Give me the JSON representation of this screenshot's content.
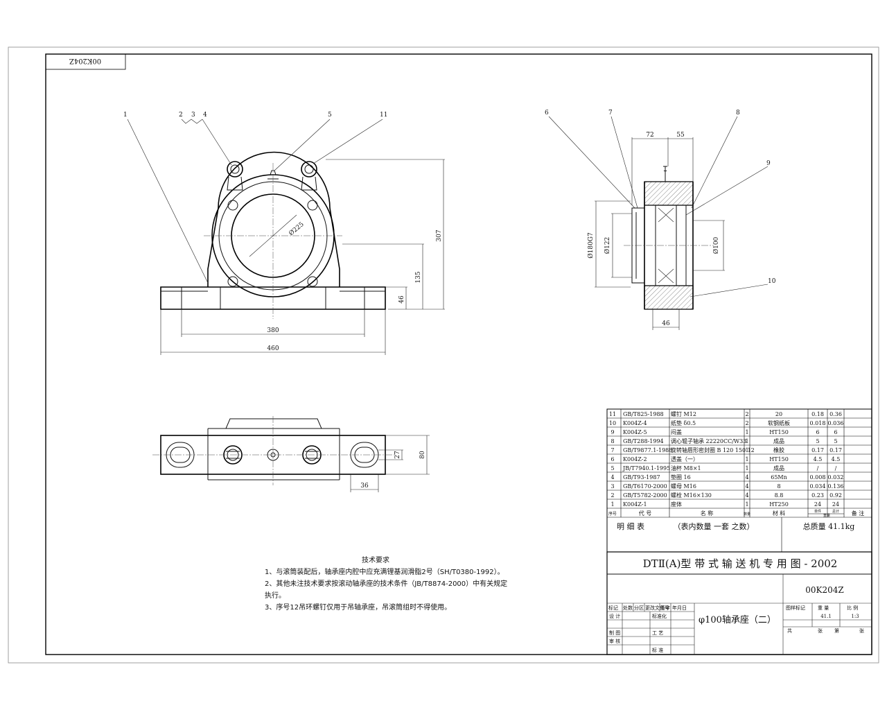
{
  "drawing": {
    "corner_code": "00K204Z",
    "balloons": [
      "1",
      "2",
      "3",
      "4",
      "5",
      "11",
      "6",
      "7",
      "8",
      "9",
      "10"
    ],
    "dims": {
      "front_d225": "Ø225",
      "front_307": "307",
      "front_135": "135",
      "front_46": "46",
      "front_380": "380",
      "front_460": "460",
      "side_72": "72",
      "side_55": "55",
      "side_d180": "Ø180G7",
      "side_d122": "Ø122",
      "side_d100": "Ø100",
      "side_46": "46",
      "top_27": "27",
      "top_80": "80",
      "top_36": "36"
    }
  },
  "technical_requirements": {
    "title": "技术要求",
    "lines": [
      "1、与滚筒装配后，轴承座内腔中应充满锂基润滑脂2号（SH/T0380-1992）。",
      "2、其他未注技术要求按滚动轴承座的技术条件（JB/T8874-2000）中有关规定",
      "执行。",
      "3、序号12吊环螺钉仅用于吊轴承座，吊滚筒组时不得使用。"
    ]
  },
  "bom": {
    "rows": [
      {
        "no": "11",
        "code": "GB/T825-1988",
        "name": "螺钉  M12",
        "qty": "2",
        "material": "20",
        "w1": "0.18",
        "w2": "0.36",
        "note": ""
      },
      {
        "no": "10",
        "code": "K004Z-4",
        "name": "纸垫  δ0.5",
        "qty": "2",
        "material": "软钢纸板",
        "w1": "0.018",
        "w2": "0.036",
        "note": ""
      },
      {
        "no": "9",
        "code": "K004Z-5",
        "name": "闷盖",
        "qty": "1",
        "material": "HT150",
        "w1": "6",
        "w2": "6",
        "note": ""
      },
      {
        "no": "8",
        "code": "GB/T288-1994",
        "name": "调心辊子轴承 22220CC/W33",
        "qty": "1",
        "material": "成品",
        "w1": "5",
        "w2": "5",
        "note": ""
      },
      {
        "no": "7",
        "code": "GB/T9877.1-1988",
        "name": "旋转轴唇形密封圈 B 120 150 12",
        "qty": "1",
        "material": "橡胶",
        "w1": "0.17",
        "w2": "0.17",
        "note": ""
      },
      {
        "no": "6",
        "code": "K004Z-2",
        "name": "透盖（一）",
        "qty": "1",
        "material": "HT150",
        "w1": "4.5",
        "w2": "4.5",
        "note": ""
      },
      {
        "no": "5",
        "code": "JB/T7940.1-1995",
        "name": "油杯 M8×1",
        "qty": "1",
        "material": "成品",
        "w1": "/",
        "w2": "/",
        "note": ""
      },
      {
        "no": "4",
        "code": "GB/T93-1987",
        "name": "垫圈 16",
        "qty": "4",
        "material": "65Mn",
        "w1": "0.008",
        "w2": "0.032",
        "note": ""
      },
      {
        "no": "3",
        "code": "GB/T6170-2000",
        "name": "螺母 M16",
        "qty": "4",
        "material": "8",
        "w1": "0.034",
        "w2": "0.136",
        "note": ""
      },
      {
        "no": "2",
        "code": "GB/T5782-2000",
        "name": "螺栓 M16×130",
        "qty": "4",
        "material": "8.8",
        "w1": "0.23",
        "w2": "0.92",
        "note": ""
      },
      {
        "no": "1",
        "code": "K004Z-1",
        "name": "座体",
        "qty": "1",
        "material": "HT250",
        "w1": "24",
        "w2": "24",
        "note": ""
      }
    ],
    "header": {
      "no": "序号",
      "code": "代    号",
      "name": "名    称",
      "qty": "数量",
      "material": "材    料",
      "w1": "单件",
      "w2": "总计",
      "weight": "重量",
      "note": "备  注"
    },
    "footer_label": "明  细  表",
    "footer_note": "（表内数量  一套  之数）",
    "total_weight": "总质量  41.1kg"
  },
  "title_block": {
    "series": "DTⅡ(A)型   带 式 输 送 机 专 用 图 - 2002",
    "drawing_no": "00K204Z",
    "part_name": "φ100轴承座（二）",
    "rev_headers": [
      "标记",
      "处数",
      "分区",
      "更改文件号",
      "签字",
      "年月日"
    ],
    "roles": [
      "设  计",
      "制  图",
      "审  核"
    ],
    "roles2": [
      "标准化",
      "工  艺",
      "标  准"
    ],
    "stage_label": "图样标记",
    "weight_label": "重  量",
    "scale_label": "比  例",
    "weight": "41.1",
    "scale": "1:3",
    "sheets_total": "共",
    "sheets_unit": "张",
    "sheet_no": "第",
    "sheet_unit": "张"
  }
}
